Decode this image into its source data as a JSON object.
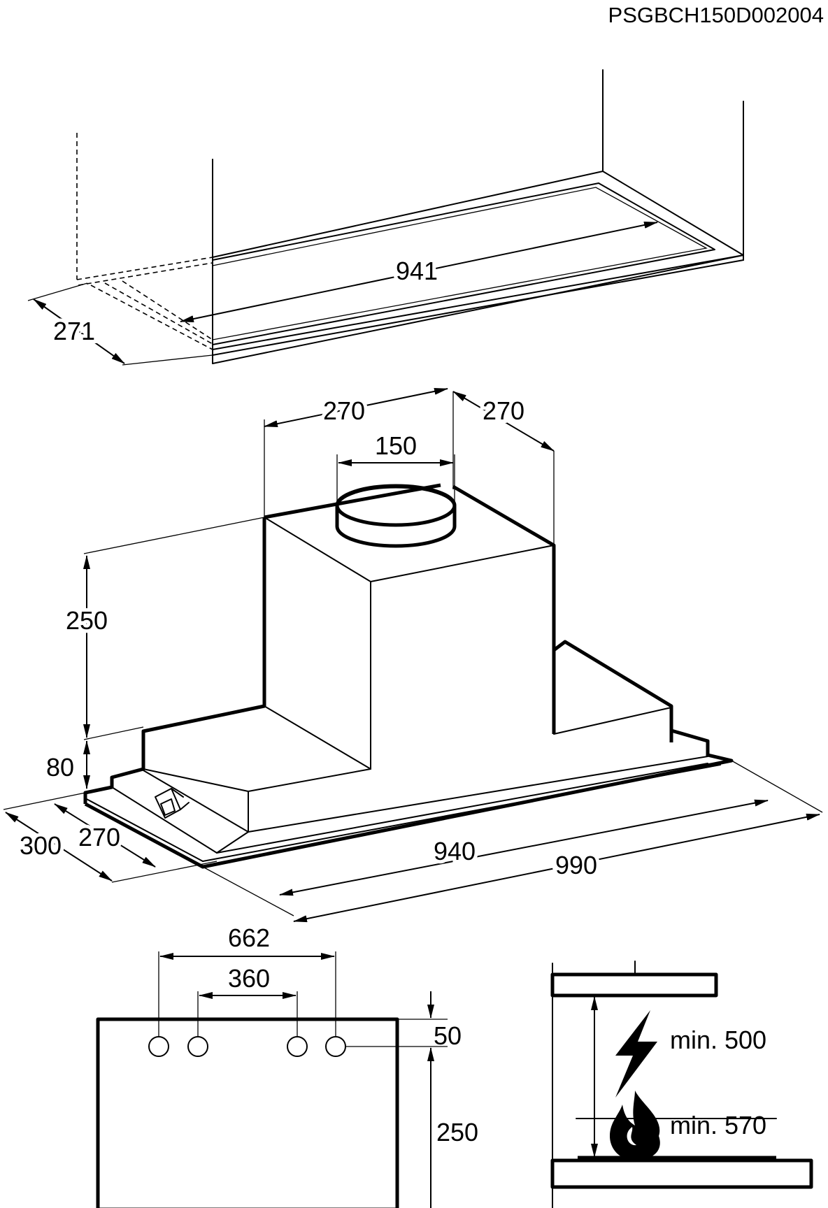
{
  "code": "PSGBCH150D002004",
  "cutout": {
    "length": "941",
    "depth": "271"
  },
  "hood": {
    "motor_depth_left": "270",
    "motor_depth_right": "270",
    "duct_diameter": "150",
    "motor_height": "250",
    "base_height": "80",
    "total_depth": "300",
    "inner_depth": "270",
    "inner_width": "940",
    "total_width": "990"
  },
  "mounting": {
    "outer_holes": "662",
    "inner_holes": "360",
    "top_offset": "50",
    "height": "250"
  },
  "clearance": {
    "electric": "min. 500",
    "gas": "min. 570"
  },
  "icons": [
    "lightning-icon",
    "flame-icon"
  ]
}
